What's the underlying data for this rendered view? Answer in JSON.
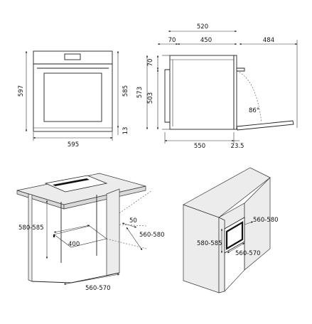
{
  "front_view": {
    "height": "597",
    "inner_height": "585",
    "bottom_gap": "13",
    "width": "595"
  },
  "side_view": {
    "top_width": "520",
    "top_depth": "450",
    "door_offset": "70",
    "open_depth": "484",
    "top_height": "70",
    "inner_height": "503",
    "total_height": "573",
    "angle": "86°",
    "body_depth": "550",
    "door_thickness": "23.5"
  },
  "under_counter": {
    "height": "580-585",
    "base_depth": "400",
    "gap": "50",
    "depth": "560-580",
    "width": "560-570"
  },
  "column": {
    "depth": "560-580",
    "height": "580-585",
    "width": "560-570"
  }
}
